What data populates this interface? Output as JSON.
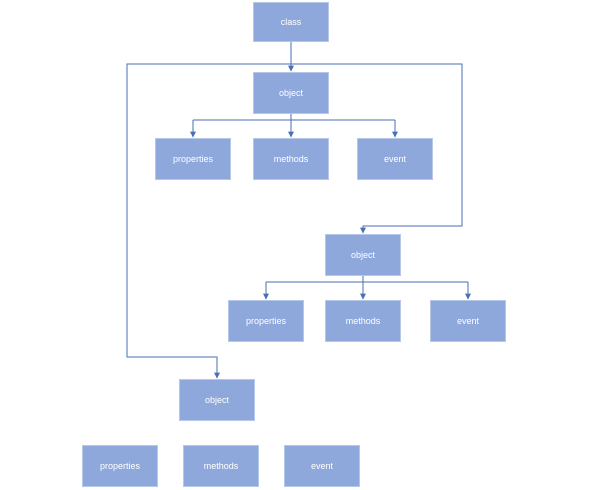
{
  "theme": {
    "node_fill": "#8fa8dc",
    "node_border": "#b7c7ea",
    "node_text": "#ffffff",
    "connector": "#4a6fb5"
  },
  "nodes": {
    "class": "class",
    "object_1": {
      "label": "object",
      "children": [
        "properties",
        "methods",
        "event"
      ]
    },
    "object_2": {
      "label": "object",
      "children": [
        "properties",
        "methods",
        "event"
      ]
    },
    "object_3": {
      "label": "object",
      "children": [
        "properties",
        "methods",
        "event"
      ]
    }
  }
}
